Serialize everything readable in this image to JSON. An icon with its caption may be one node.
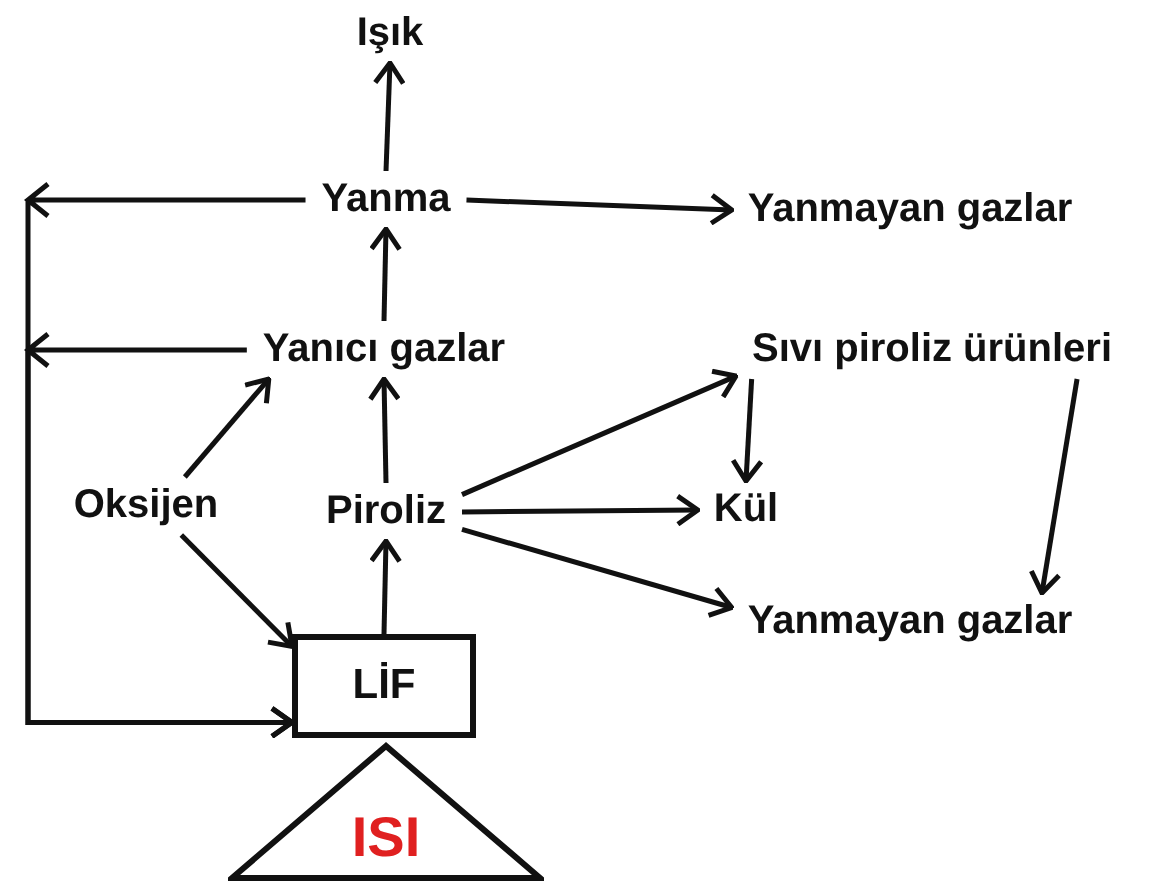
{
  "diagram": {
    "nodes": [
      {
        "text": [
          "Işık"
        ]
      },
      {
        "text": [
          "Yanma"
        ]
      },
      {
        "text": [
          "Yanmayan gazlar"
        ]
      },
      {
        "text": [
          "Yanıcı gazlar"
        ]
      },
      {
        "text": [
          "Sıvı piroliz ürünleri"
        ]
      },
      {
        "text": [
          "Oksijen"
        ]
      },
      {
        "text": [
          "Piroliz"
        ]
      },
      {
        "text": [
          "Kül"
        ]
      },
      {
        "text": [
          "Yanmayan gazlar"
        ]
      },
      {
        "text": [
          "LİF"
        ]
      },
      {
        "text": [
          "ISI"
        ]
      }
    ],
    "edges": [
      {
        "from": 1,
        "to": 0,
        "arrow": "to"
      },
      {
        "from": 1,
        "to": 2,
        "arrow": "to"
      },
      {
        "from": 3,
        "to": 1,
        "arrow": "to"
      },
      {
        "from": 6,
        "to": 3,
        "arrow": "to"
      },
      {
        "from": 5,
        "to": 3,
        "arrow": "to"
      },
      {
        "from": 5,
        "to": 9,
        "arrow": "to"
      },
      {
        "from": 6,
        "to": 4,
        "arrow": "to"
      },
      {
        "from": 6,
        "to": 7,
        "arrow": "to"
      },
      {
        "from": 6,
        "to": 8,
        "arrow": "to"
      },
      {
        "from": 4,
        "to": 7,
        "arrow": "to"
      },
      {
        "from": 4,
        "to": 8,
        "arrow": "to"
      },
      {
        "from": 9,
        "to": 6,
        "arrow": "to"
      },
      {
        "from": 1,
        "to": 9,
        "arrow": "to"
      },
      {
        "from": 3,
        "to": 9,
        "arrow": "to"
      }
    ]
  }
}
